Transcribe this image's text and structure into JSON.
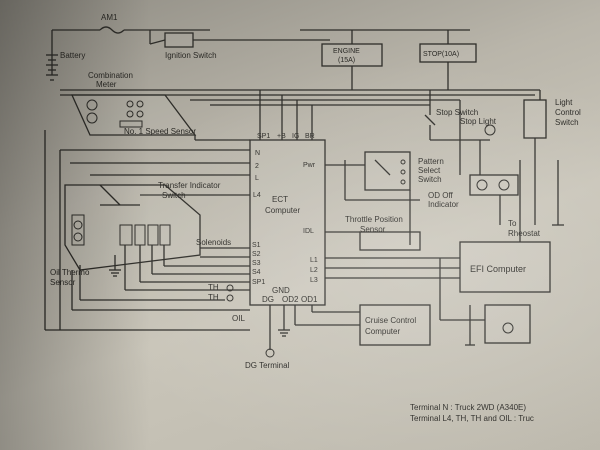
{
  "labels": {
    "battery": "Battery",
    "am1": "AM1",
    "ignition_switch": "Ignition Switch",
    "engine_fuse": "ENGINE",
    "engine_fuse_rating": "(15A)",
    "stop_fuse": "STOP(10A)",
    "combination_meter_1": "Combination",
    "combination_meter_2": "Meter",
    "speed_sensor": "No. 1 Speed Sensor",
    "ect_computer_1": "ECT",
    "ect_computer_2": "Computer",
    "transfer_indicator_1": "Transfer Indicator",
    "transfer_indicator_2": "Switch",
    "solenoids": "Solenoids",
    "oil_thermo_1": "Oil Thermo",
    "oil_thermo_2": "Sensor",
    "dg_terminal": "DG Terminal",
    "stop_switch": "Stop Switch",
    "stop_light": "Stop Light",
    "light_control_1": "Light",
    "light_control_2": "Control",
    "light_control_3": "Switch",
    "pattern_select_1": "Pattern",
    "pattern_select_2": "Select",
    "pattern_select_3": "Switch",
    "od_off_1": "OD Off",
    "od_off_2": "Indicator",
    "throttle_1": "Throttle Position",
    "throttle_2": "Sensor",
    "rheostat_1": "To",
    "rheostat_2": "Rheostat",
    "efi_computer": "EFI Computer",
    "cruise_1": "Cruise Control",
    "cruise_2": "Computer"
  },
  "terminals": {
    "sp1_top": "SP1",
    "plus_b": "+B",
    "ig": "IG",
    "br": "BR",
    "n": "N",
    "two": "2",
    "l": "L",
    "l4": "L4",
    "pwr": "Pwr",
    "idl": "IDL",
    "s1": "S1",
    "s2": "S2",
    "s3": "S3",
    "s4": "S4",
    "sp2": "SP1",
    "l1": "L1",
    "l2": "L2",
    "l3": "L3",
    "oil": "OIL",
    "dg": "DG",
    "gnd": "GND",
    "od2": "OD2",
    "od1": "OD1",
    "th_upper": "TH",
    "th_lower": "TH"
  },
  "footnote": {
    "line1": "Terminal N : Truck 2WD (A340E)",
    "line2": "Terminal L4, TH, TH and OIL : Truc"
  }
}
